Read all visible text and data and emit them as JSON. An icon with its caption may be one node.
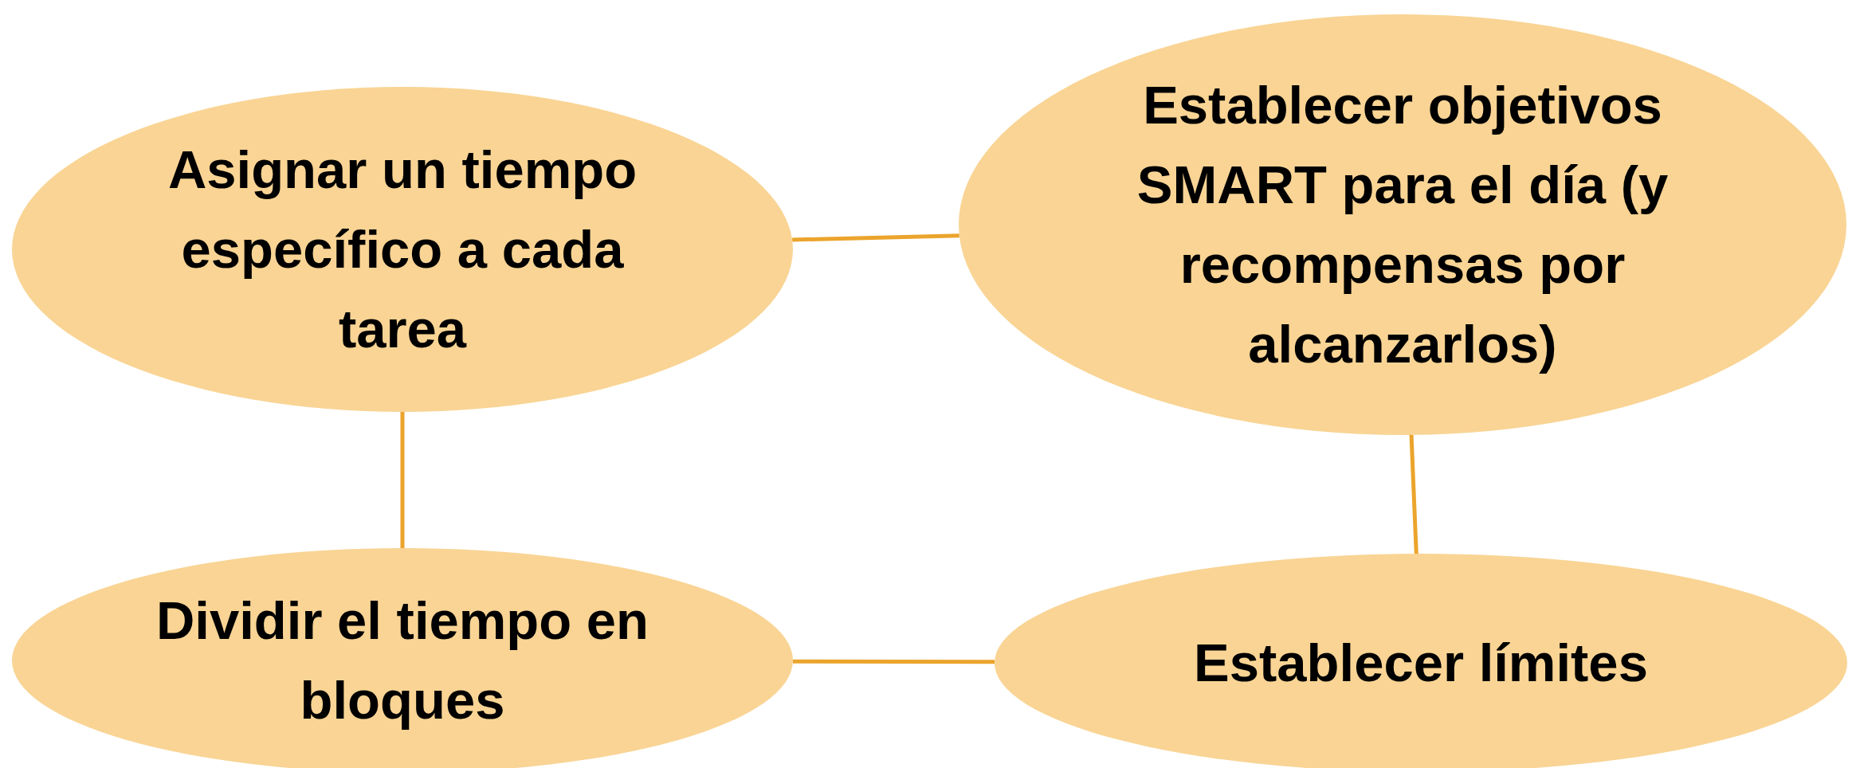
{
  "diagram": {
    "nodes": [
      {
        "text": [
          "Asignar un tiempo específico a cada tarea"
        ]
      },
      {
        "text": [
          "Establecer objetivos SMART para el día (y recompensas por alcanzarlos)"
        ]
      },
      {
        "text": [
          "Dividir el tiempo en bloques"
        ]
      },
      {
        "text": [
          "Establecer límites"
        ]
      }
    ],
    "edges": [
      {
        "from": 0,
        "to": 1,
        "arrow": "none"
      },
      {
        "from": 0,
        "to": 2,
        "arrow": "none"
      },
      {
        "from": 1,
        "to": 3,
        "arrow": "none"
      },
      {
        "from": 2,
        "to": 3,
        "arrow": "none"
      }
    ]
  }
}
